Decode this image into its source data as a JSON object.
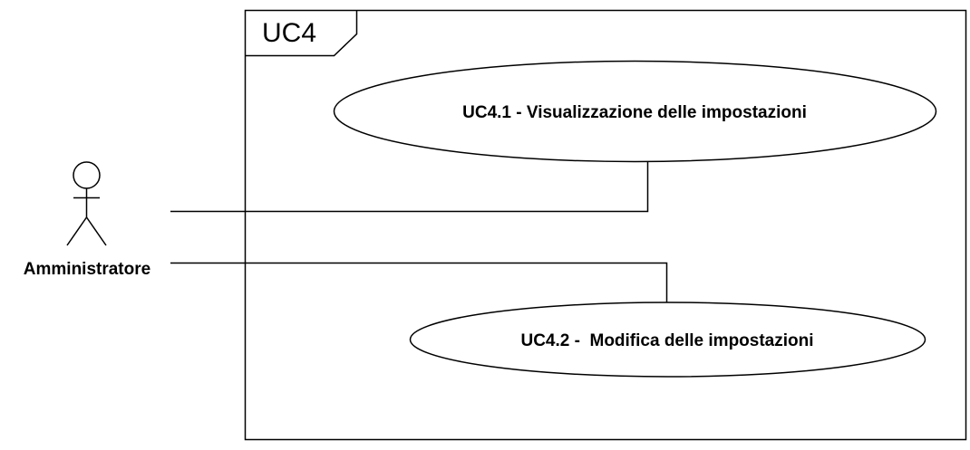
{
  "diagram": {
    "system": {
      "title": "UC4"
    },
    "actor": {
      "name": "Amministratore"
    },
    "use_cases": [
      {
        "label": "UC4.1 - Visualizzazione delle impostazioni"
      },
      {
        "label": "UC4.2 -  Modifica delle impostazioni"
      }
    ],
    "colors": {
      "stroke": "#000000",
      "background": "#ffffff"
    }
  }
}
